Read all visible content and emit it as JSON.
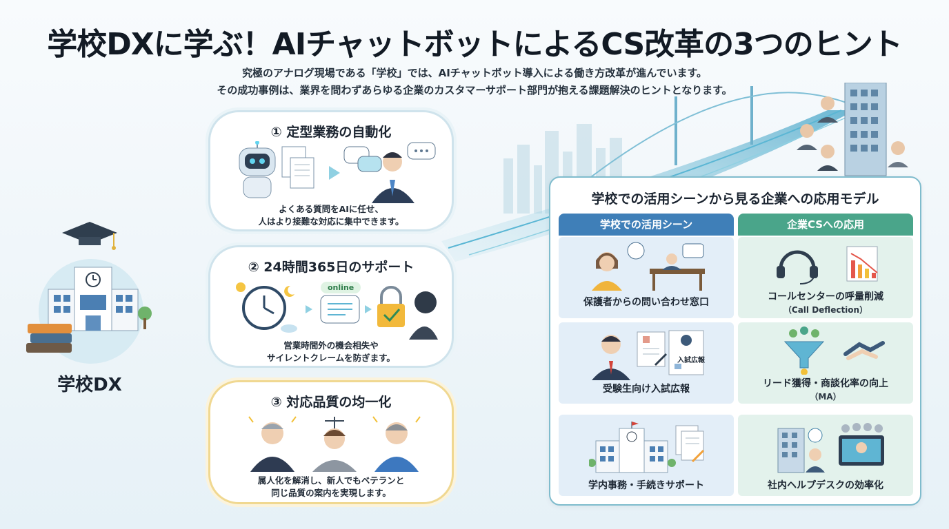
{
  "title": "学校DXに学ぶ！AIチャットボットによるCS改革の3つのヒント",
  "subtitle": {
    "line1": "究極のアナログ現場である「学校」では、AIチャットボット導入による働き方改革が進んでいます。",
    "line2": "その成功事例は、業界を問わずあらゆる企業のカスタマーサポート部門が抱える課題解決のヒントとなります。"
  },
  "school": {
    "label": "学校DX"
  },
  "hints": [
    {
      "title": "① 定型業務の自動化",
      "desc1": "よくある質問をAIに任せ、",
      "desc2": "人はより接難な対応に集中できます。"
    },
    {
      "title": "② 24時間365日のサポート",
      "badge": "online",
      "desc1": "営業時間外の機会相失や",
      "desc2": "サイレントクレームを防ぎます。"
    },
    {
      "title": "③ 対応品質の均一化",
      "desc1": "属人化を解消し、新人でもベテランと",
      "desc2": "同じ品質の案内を実現します。"
    }
  ],
  "model": {
    "title": "学校での活用シーンから見る企業への応用モデル",
    "col_school": "学校での活用シーン",
    "col_company": "企業CSへの応用",
    "rows": [
      {
        "school": "保護者からの問い合わせ窓口",
        "company": "コールセンターの呼量削減",
        "company_sub": "（Call Deflection）"
      },
      {
        "school": "受験生向け入試広報",
        "company": "リード獲得・商談化率の向上",
        "company_sub": "（MA）",
        "doc_label": "入試広報"
      },
      {
        "school": "学内事務・手続きサポート",
        "company": "社内ヘルプデスクの効率化"
      }
    ]
  },
  "colors": {
    "school_blue": "#3f7fb8",
    "company_green": "#4aa58a",
    "panel_border": "#7fbccd",
    "gold_border": "#f0d891"
  }
}
